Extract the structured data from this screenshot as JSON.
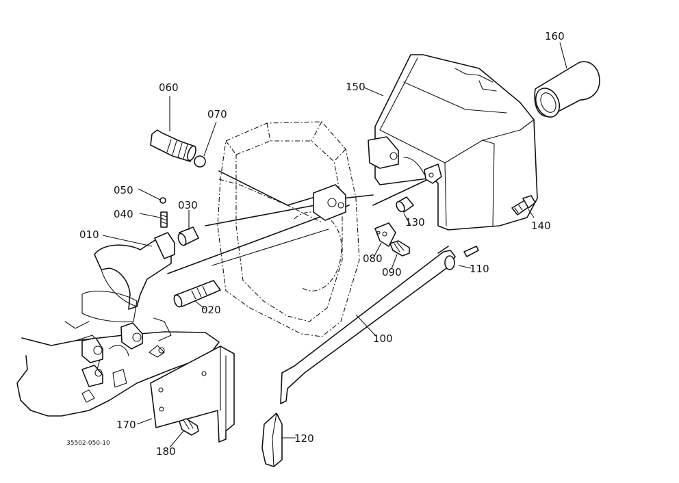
{
  "labels": {
    "p010": "010",
    "p020": "020",
    "p030": "030",
    "p040": "040",
    "p050": "050",
    "p060": "060",
    "p070": "070",
    "p080": "080",
    "p090": "090",
    "p100": "100",
    "p110": "110",
    "p120": "120",
    "p130": "130",
    "p140": "140",
    "p150": "150",
    "p160": "160",
    "p170": "170",
    "p180": "180"
  },
  "drawing_ref": "35502-050-10"
}
